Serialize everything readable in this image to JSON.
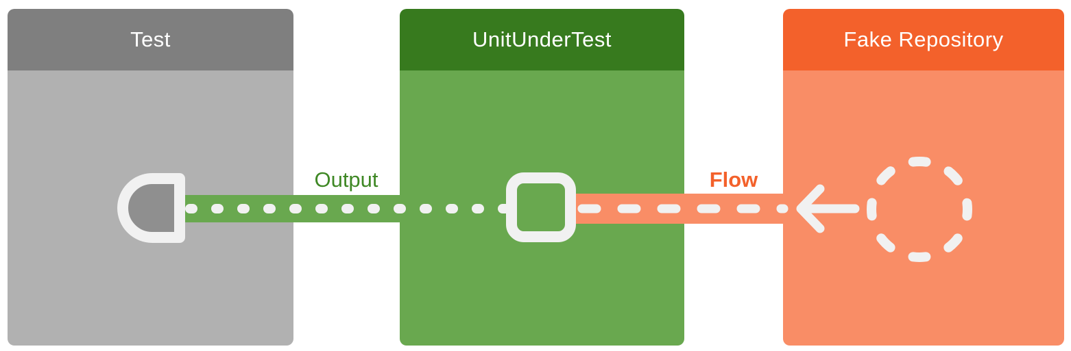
{
  "diagram": {
    "boxes": [
      {
        "id": "test",
        "title": "Test",
        "icon": "port-semicircle-icon"
      },
      {
        "id": "unit-under-test",
        "title": "UnitUnderTest",
        "icon": "port-square-icon"
      },
      {
        "id": "fake-repository",
        "title": "Fake Repository",
        "icon": "dashed-circle-icon"
      }
    ],
    "connections": [
      {
        "label": "Output",
        "style": "dotted-band",
        "from": "unit-under-test",
        "to": "test"
      },
      {
        "label": "Flow",
        "style": "dashed-band-arrow-left",
        "from": "fake-repository",
        "to": "unit-under-test"
      }
    ]
  },
  "palette": {
    "bg": "#ffffff",
    "title-text": "#ffffff",
    "test-header": "#7f7f7f",
    "test-body": "#b1b1b1",
    "uut-header": "#377a1e",
    "uut-body": "#69a84f",
    "repo-header": "#f3612b",
    "repo-body": "#f98d66",
    "stroke-white": "#f1f1f1",
    "port-gray": "#8f8f8f",
    "output-label": "#3f8825",
    "flow-label": "#f3612b"
  }
}
